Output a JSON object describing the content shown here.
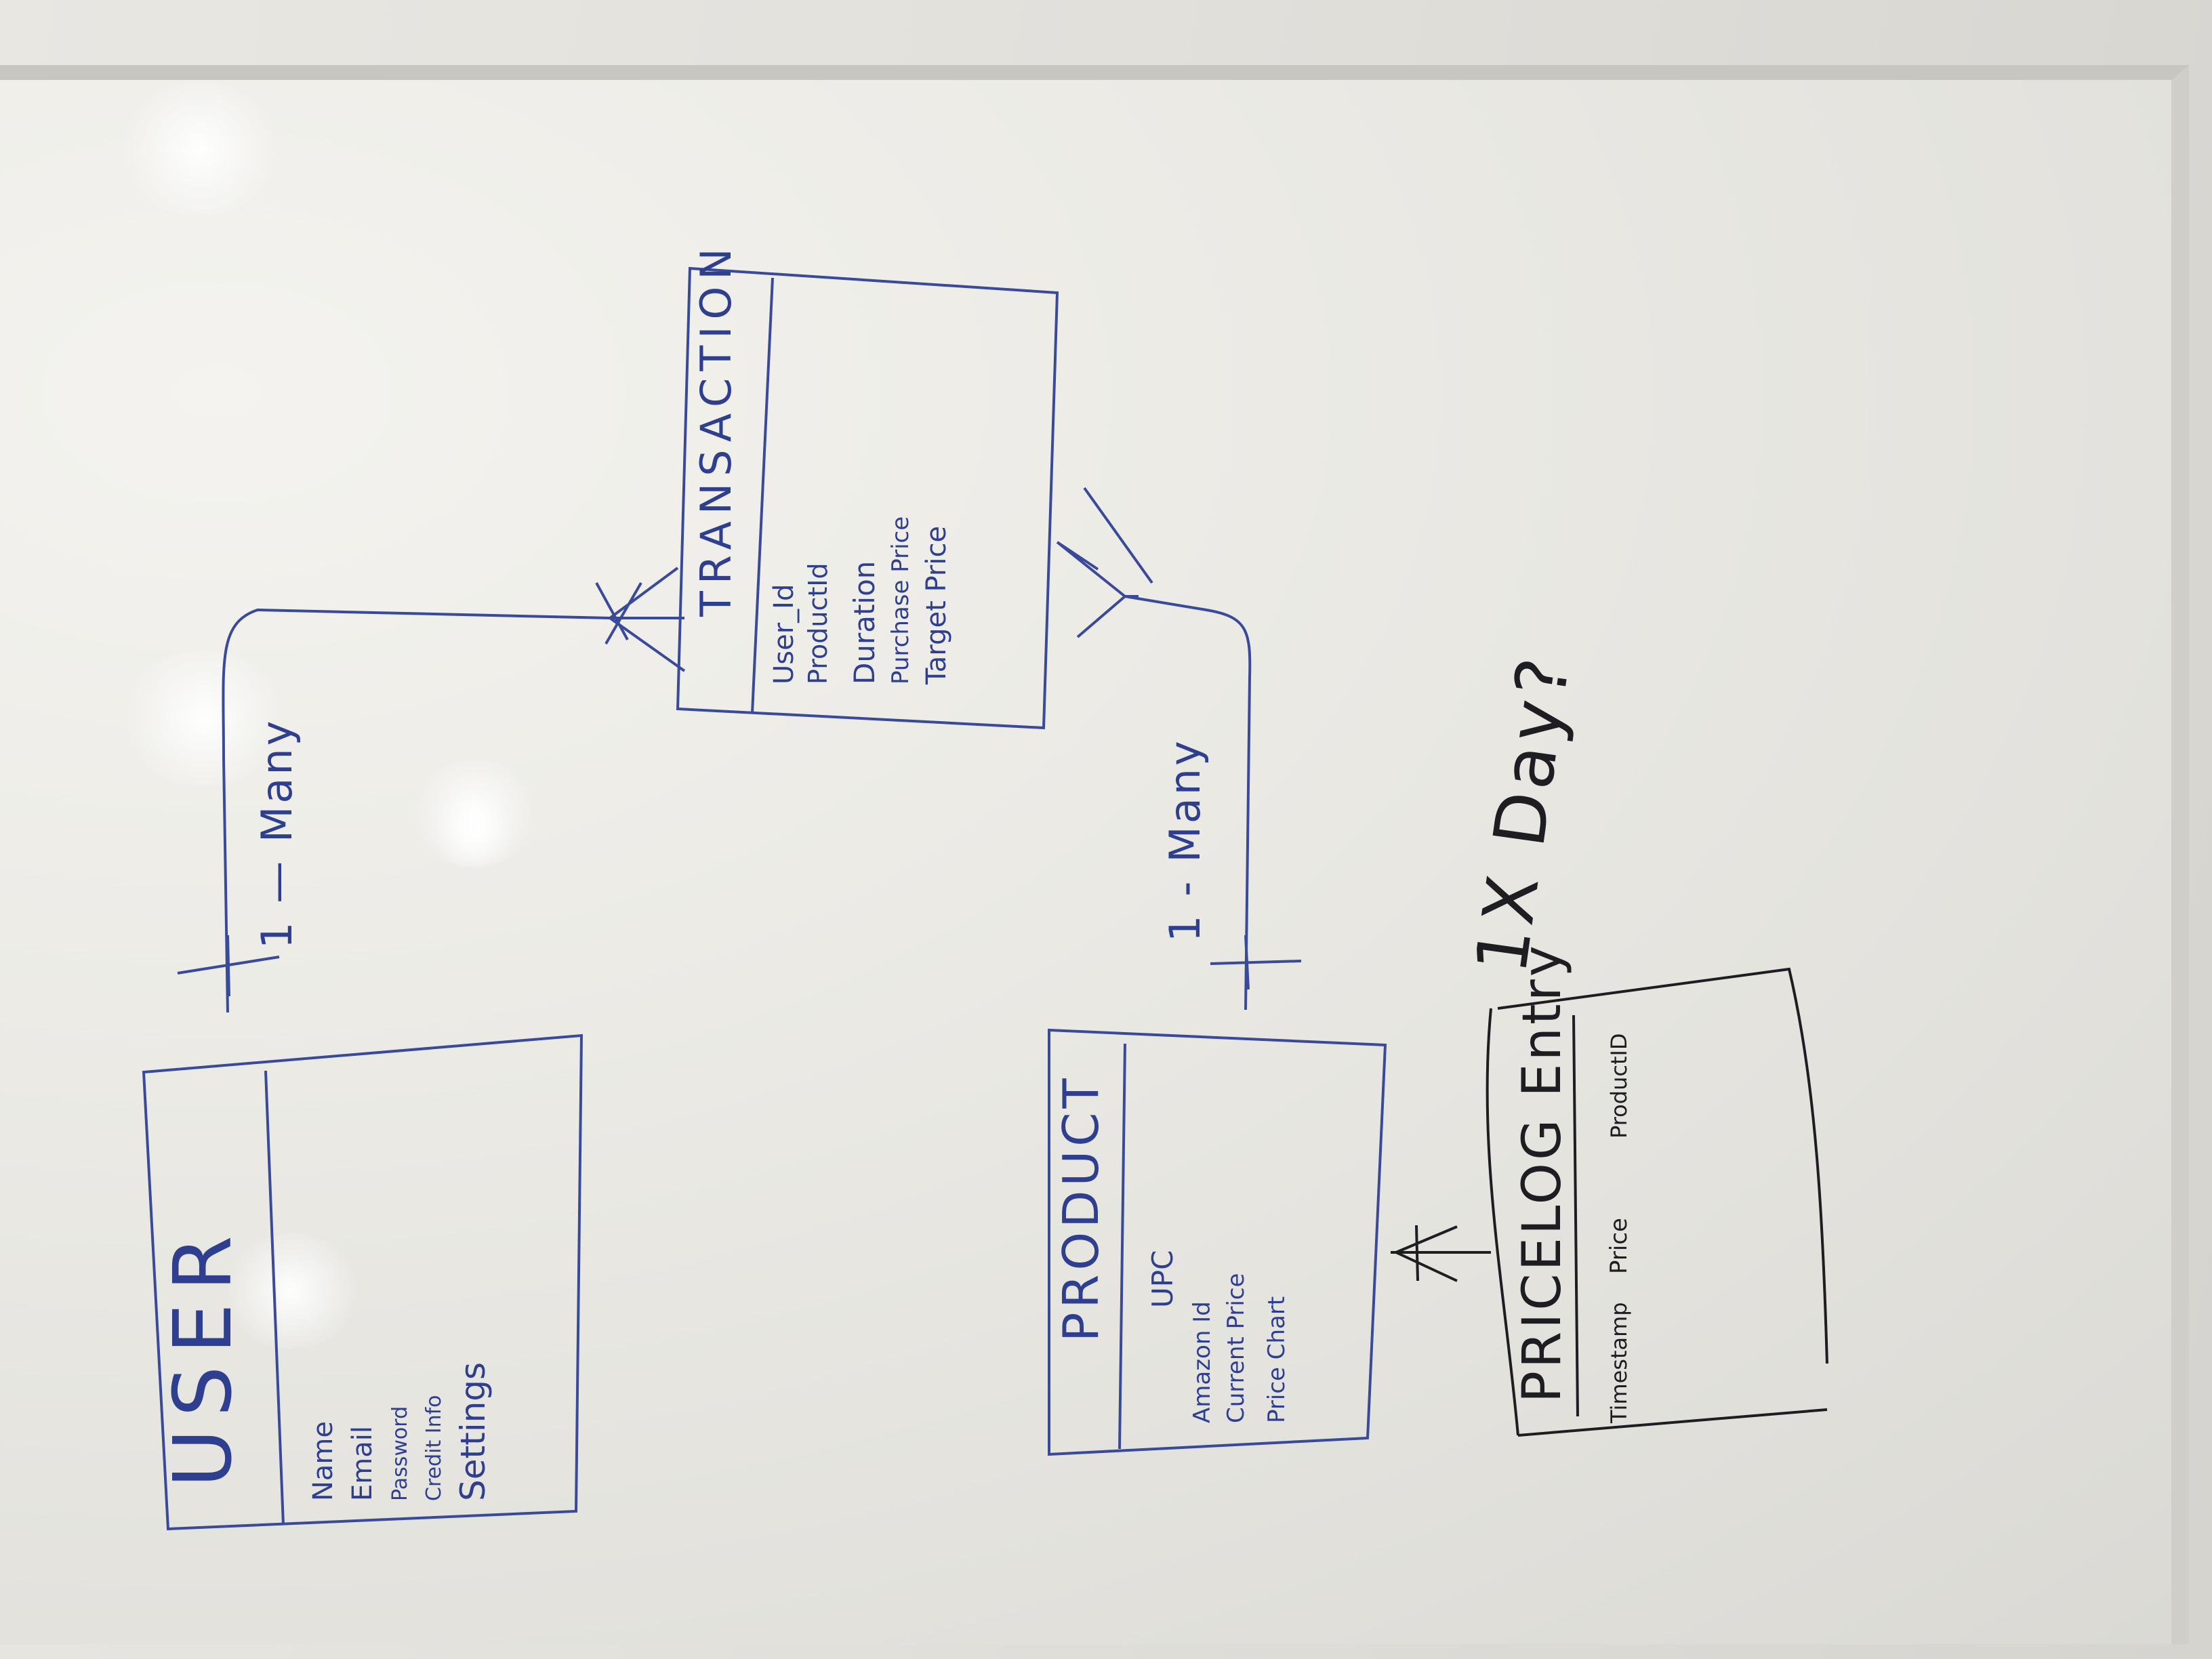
{
  "entities": {
    "user": {
      "title": "USER",
      "fields": [
        "Name",
        "Email",
        "Password",
        "Credit Info",
        "Settings"
      ]
    },
    "transaction": {
      "title": "TRANSACTION",
      "fields": [
        "User_Id",
        "ProductId",
        "Duration",
        "Purchase Price",
        "Target Price"
      ]
    },
    "product": {
      "title": "PRODUCT",
      "fields": [
        "UPC",
        "Amazon Id",
        "Current Price",
        "Price Chart"
      ]
    },
    "pricelog": {
      "title": "PRICELOG Entry",
      "fields": [
        "Timestamp",
        "Price",
        "ProductID"
      ]
    }
  },
  "relations": {
    "user_transaction": "1 — Many",
    "product_transaction": "1 - Many"
  },
  "notes": {
    "frequency": "1X Day?"
  },
  "colors": {
    "ink_blue": "#2f3f8f",
    "ink_black": "#1d1d22"
  }
}
